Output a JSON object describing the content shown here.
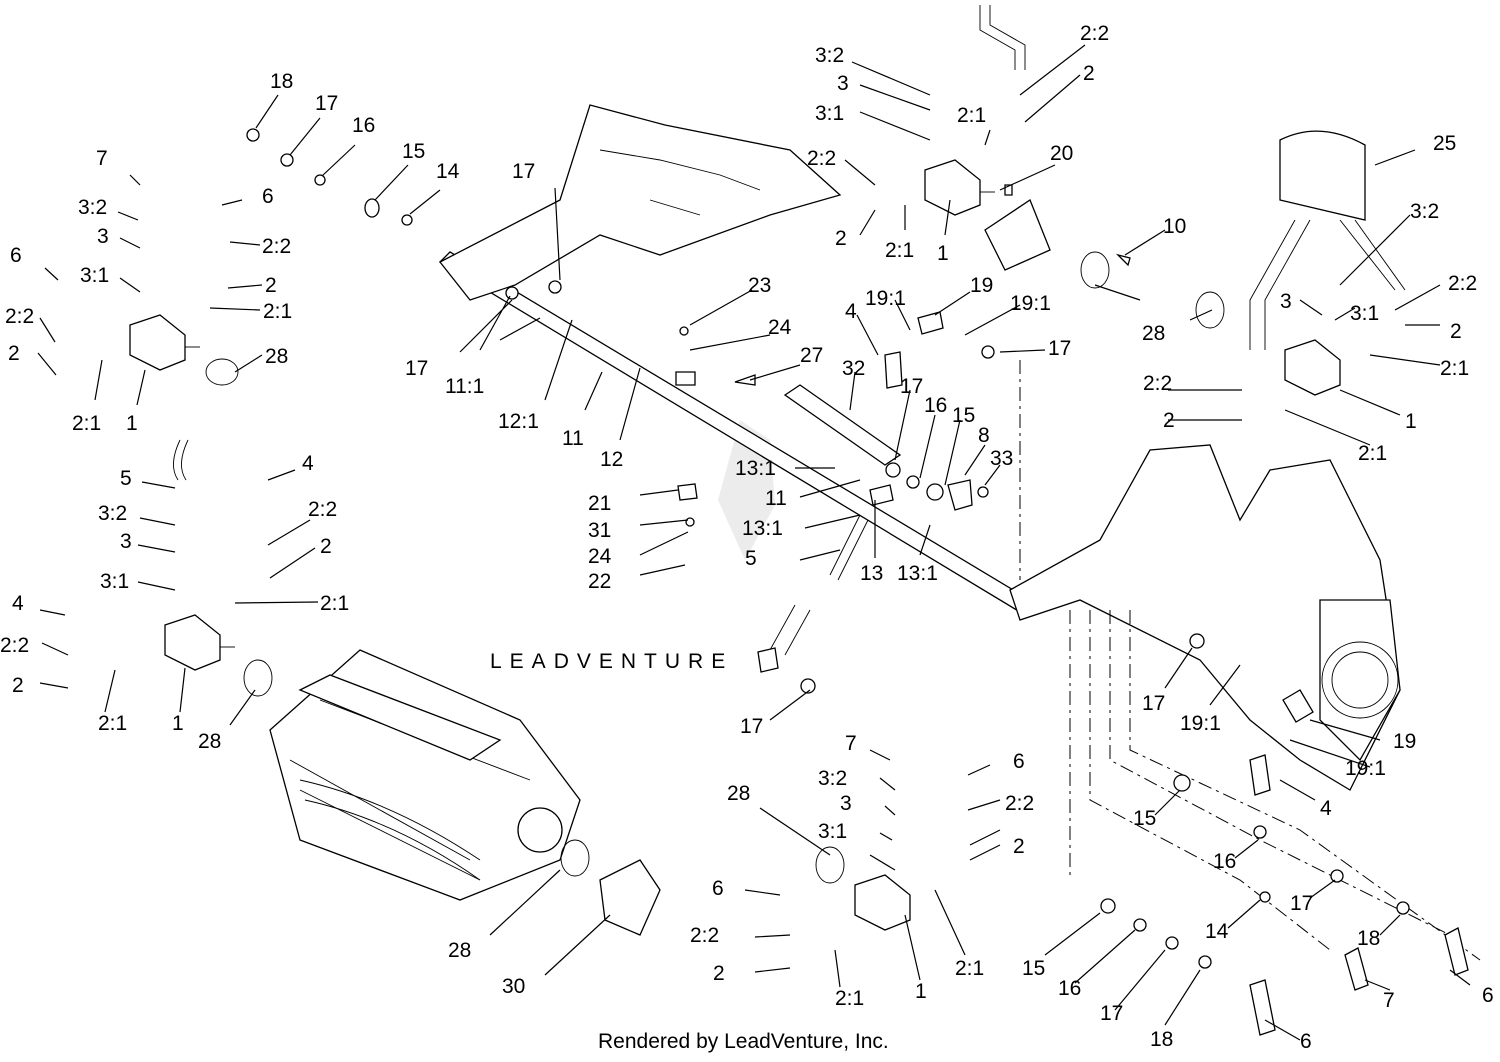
{
  "watermark": "LEADVENTURE",
  "footer": "Rendered by LeadVenture, Inc.",
  "chart_data": {
    "type": "diagram",
    "callouts": [
      "18",
      "17",
      "16",
      "15",
      "14",
      "17",
      "23",
      "24",
      "27",
      "17",
      "11:1",
      "12:1",
      "11",
      "12",
      "21",
      "31",
      "24",
      "22",
      "7",
      "3:2",
      "3",
      "3:1",
      "6",
      "6",
      "2:2",
      "2",
      "2:1",
      "2:2",
      "2",
      "2:1",
      "1",
      "28",
      "5",
      "3:2",
      "3",
      "3:1",
      "4",
      "4",
      "2:2",
      "2",
      "2:1",
      "2:2",
      "2",
      "2:1",
      "1",
      "28",
      "3:2",
      "3",
      "3:1",
      "2:2",
      "2",
      "2:2",
      "2",
      "2:1",
      "2:1",
      "1",
      "20",
      "10",
      "28",
      "25",
      "3:2",
      "3",
      "3:1",
      "2:2",
      "2",
      "2:2",
      "2",
      "2:1",
      "2:1",
      "1",
      "4",
      "19:1",
      "19",
      "19:1",
      "17",
      "32",
      "17",
      "16",
      "15",
      "8",
      "33",
      "13:1",
      "11",
      "13:1",
      "5",
      "13",
      "13:1",
      "17",
      "17",
      "19:1",
      "19",
      "19:1",
      "4",
      "15",
      "16",
      "17",
      "14",
      "18",
      "7",
      "6",
      "15",
      "16",
      "17",
      "18",
      "6",
      "28",
      "30",
      "7",
      "3:2",
      "3",
      "3:1",
      "6",
      "2:2",
      "2",
      "28",
      "6",
      "2:2",
      "2",
      "2:1",
      "2:1",
      "1"
    ]
  }
}
